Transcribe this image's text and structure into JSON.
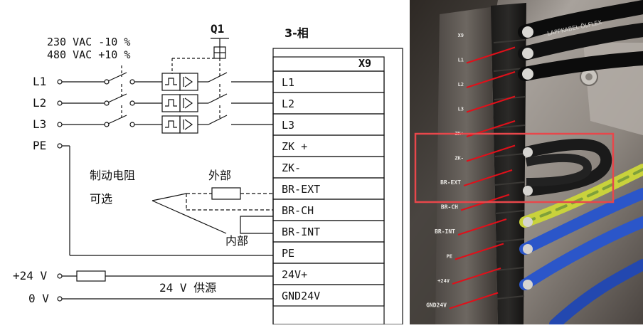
{
  "supply": {
    "line1": "230 VAC -10 %",
    "line2": "480 VAC +10 %"
  },
  "breaker": {
    "label": "Q1"
  },
  "phase": {
    "label": "3-相"
  },
  "connector": {
    "name": "X9",
    "pins": [
      "L1",
      "L2",
      "L3",
      "ZK +",
      "ZK-",
      "BR-EXT",
      "BR-CH",
      "BR-INT",
      "PE",
      "24V+",
      "GND24V"
    ]
  },
  "inputs": {
    "l1": "L1",
    "l2": "L2",
    "l3": "L3",
    "pe": "PE",
    "plus24": "+24 V",
    "zero": "0 V"
  },
  "brake": {
    "title_line1": "制动电阻",
    "title_line2": "可选",
    "external": "外部",
    "internal": "内部"
  },
  "supply24": {
    "label": "24 V 供源"
  },
  "photo": {
    "pin_labels": [
      "X9",
      "L1",
      "L2",
      "L3",
      "ZK+",
      "ZK-",
      "BR-EXT",
      "BR-CH",
      "BR-INT",
      "PE",
      "+24V",
      "GND24V"
    ],
    "cable_print": "LAPPKABEL ÖLFLEX",
    "highlight_color": "#e8474b",
    "marker_color": "#e0101a",
    "wire_blue": "#2b56c9",
    "wire_yellow_green": "#c9d23c"
  }
}
